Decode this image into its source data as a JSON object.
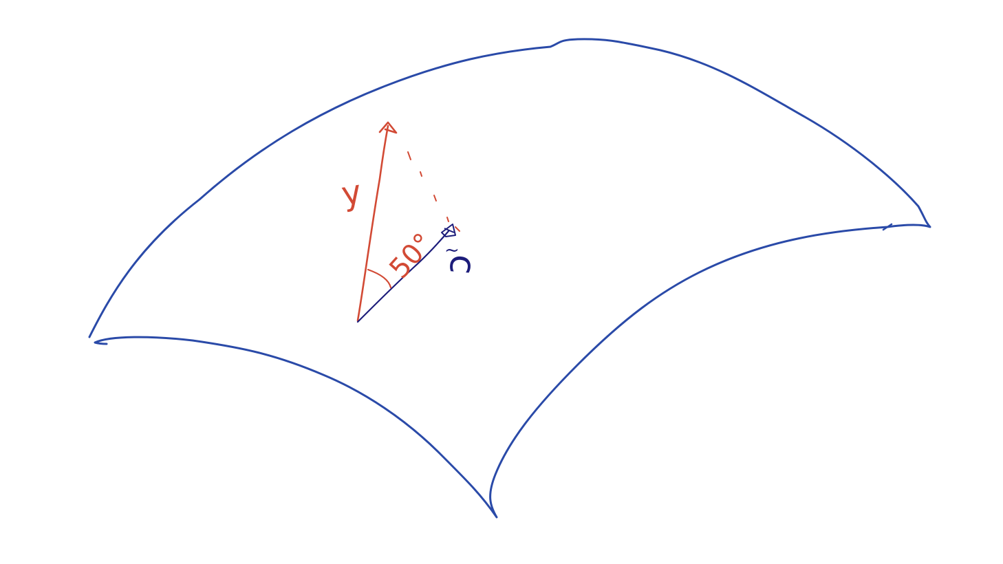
{
  "diagram": {
    "labels": {
      "vector_y": "y",
      "angle": "50°",
      "vector_c_symbol": "c",
      "vector_c_tilde": "~"
    },
    "colors": {
      "surface_outline": "#2a4aa8",
      "vector_y": "#d24a35",
      "vector_c": "#1c1c7a",
      "projection_dashes": "#d24a35",
      "background": "#ffffff"
    },
    "angle_between_vectors_deg": 50
  }
}
